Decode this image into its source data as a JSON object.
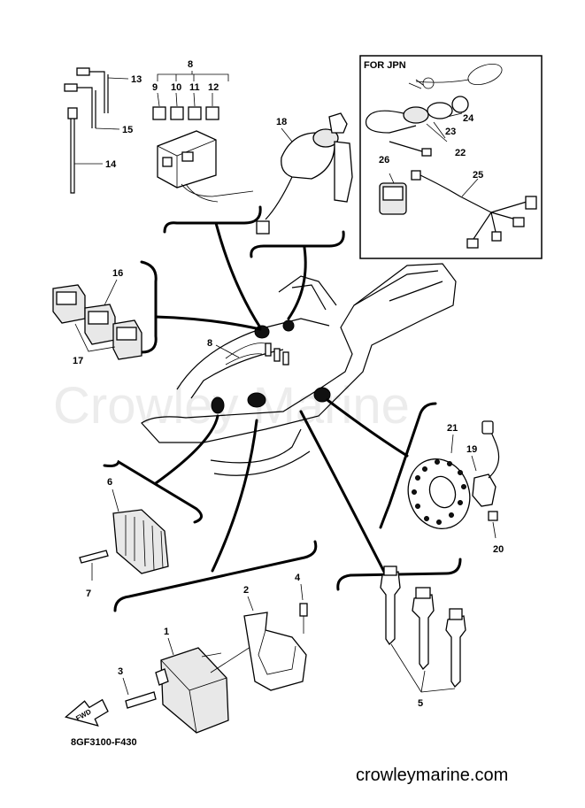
{
  "watermark": "Crowley Marine",
  "site_url": "crowleymarine.com",
  "drawing_code": "8GF3100-F430",
  "inset_title": "FOR JPN",
  "fwd_label": "FWD",
  "callouts": {
    "c1": "1",
    "c2": "2",
    "c3": "3",
    "c4": "4",
    "c5": "5",
    "c6": "6",
    "c7": "7",
    "c8": "8",
    "c8b": "8",
    "c9": "9",
    "c10": "10",
    "c11": "11",
    "c12": "12",
    "c13": "13",
    "c14": "14",
    "c15": "15",
    "c16": "16",
    "c17": "17",
    "c18": "18",
    "c19": "19",
    "c20": "20",
    "c21": "21",
    "c22": "22",
    "c23": "23",
    "c24": "24",
    "c25": "25",
    "c26": "26"
  }
}
